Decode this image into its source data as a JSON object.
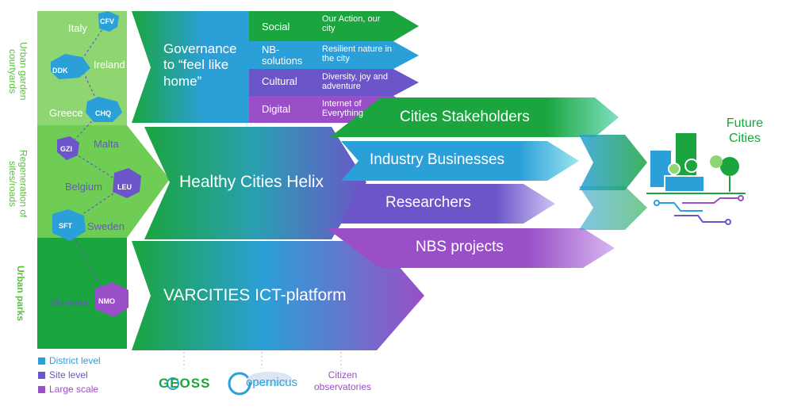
{
  "levels": {
    "side_top": "Urban garden courtyards",
    "side_mid": "Regeneration of sites/roads",
    "side_bottom": "Urban parks"
  },
  "sites": [
    {
      "country": "Italy",
      "code": "CFV"
    },
    {
      "country": "Ireland",
      "code": "DDK"
    },
    {
      "country": "Greece",
      "code": "CHQ"
    },
    {
      "country": "Malta",
      "code": "GZI"
    },
    {
      "country": "Belgium",
      "code": "LEU"
    },
    {
      "country": "Sweden",
      "code": "SFT"
    },
    {
      "country": "Slovenia",
      "code": "NMO"
    }
  ],
  "governance": {
    "label": "Governance to “feel like home”"
  },
  "themes": [
    {
      "name": "Social",
      "desc": "Our Action, our city",
      "color": "#1aa53f"
    },
    {
      "name": "NB-solutions",
      "desc": "Resilient nature in the city",
      "color": "#2b9fd8"
    },
    {
      "name": "Cultural",
      "desc": "Diversity, joy and adventure",
      "color": "#6b55c8"
    },
    {
      "name": "Digital",
      "desc": "Internet of Everything",
      "color": "#9a4fc8"
    }
  ],
  "helix": {
    "label": "Healthy Cities Helix"
  },
  "platform": {
    "label": "VARCITIES ICT-platform"
  },
  "streams": [
    {
      "label": "Cities Stakeholders"
    },
    {
      "label": "Industry Businesses"
    },
    {
      "label": "Researchers"
    },
    {
      "label": "NBS projects"
    }
  ],
  "future": {
    "label": "Future Cities"
  },
  "legend": [
    {
      "label": "District level",
      "color": "#2b9fd8"
    },
    {
      "label": "Site level",
      "color": "#6b55c8"
    },
    {
      "label": "Large scale",
      "color": "#9a4fc8"
    }
  ],
  "sources": {
    "geoss": "GEOSS",
    "copernicus": "opernicus",
    "citizen": "Citizen observatories"
  },
  "colors": {
    "green": "#1aa53f",
    "light_green": "#8fd672",
    "blue": "#2b9fd8",
    "violet": "#6b55c8",
    "purple": "#9a4fc8"
  }
}
